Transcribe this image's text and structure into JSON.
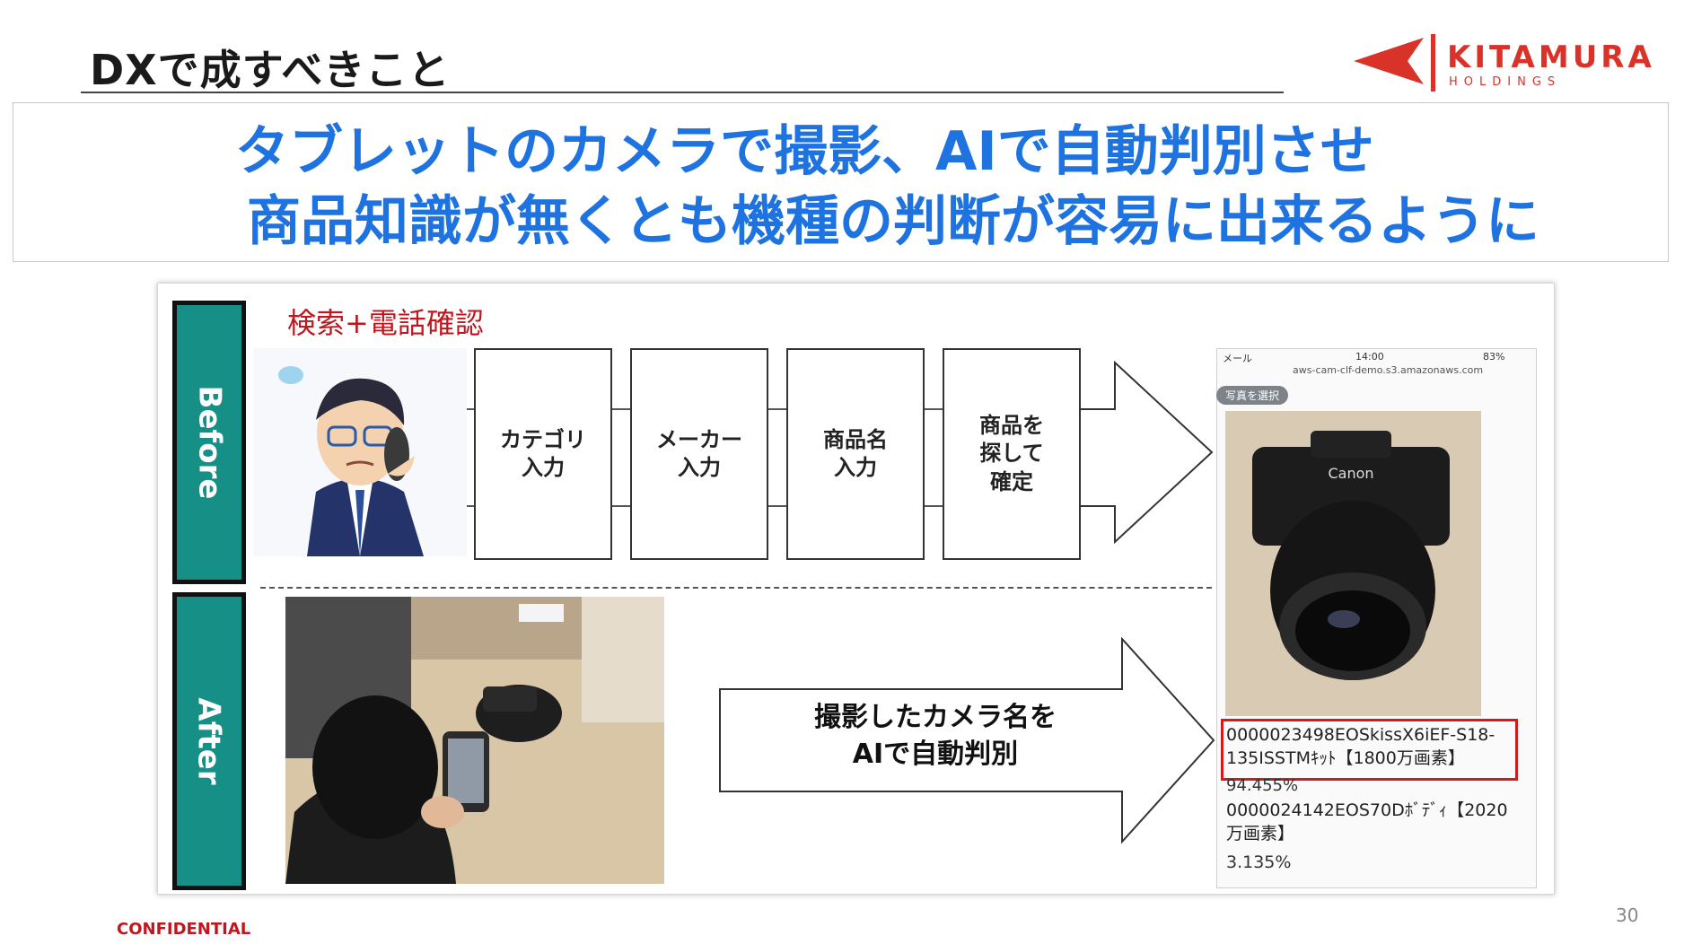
{
  "header": {
    "title": "DXで成すべきこと",
    "logo_name": "KITAMURA",
    "logo_sub": "HOLDINGS",
    "brand_color": "#d93329"
  },
  "headline": {
    "line1": "タブレットのカメラで撮影、AIで自動判別させ",
    "line2": "商品知識が無くとも機種の判断が容易に出来るように",
    "color": "#1f73e0"
  },
  "diagram": {
    "before_label": "Before",
    "after_label": "After",
    "label_color": "#168f86",
    "before_caption": "検索+電話確認",
    "steps": [
      "カテゴリ\n入力",
      "メーカー\n入力",
      "商品名\n入力",
      "商品を\n探して\n確定"
    ],
    "after_text": "撮影したカメラ名を\nAIで自動判別"
  },
  "phone": {
    "carrier": "メール",
    "time": "14:00",
    "battery": "83%",
    "url": "aws-cam-clf-demo.s3.amazonaws.com",
    "select_photo_button": "写真を選択",
    "camera_brand": "Canon",
    "results": [
      {
        "name": "0000023498EOSkissX6iEF-S18-135ISSTMｷｯﾄ【1800万画素】",
        "score": "94.455%"
      },
      {
        "name": "0000024142EOS70Dﾎﾞﾃﾞｨ【2020万画素】",
        "score": "3.135%"
      }
    ]
  },
  "footer": {
    "confidential": "CONFIDENTIAL",
    "page_number": "30"
  }
}
